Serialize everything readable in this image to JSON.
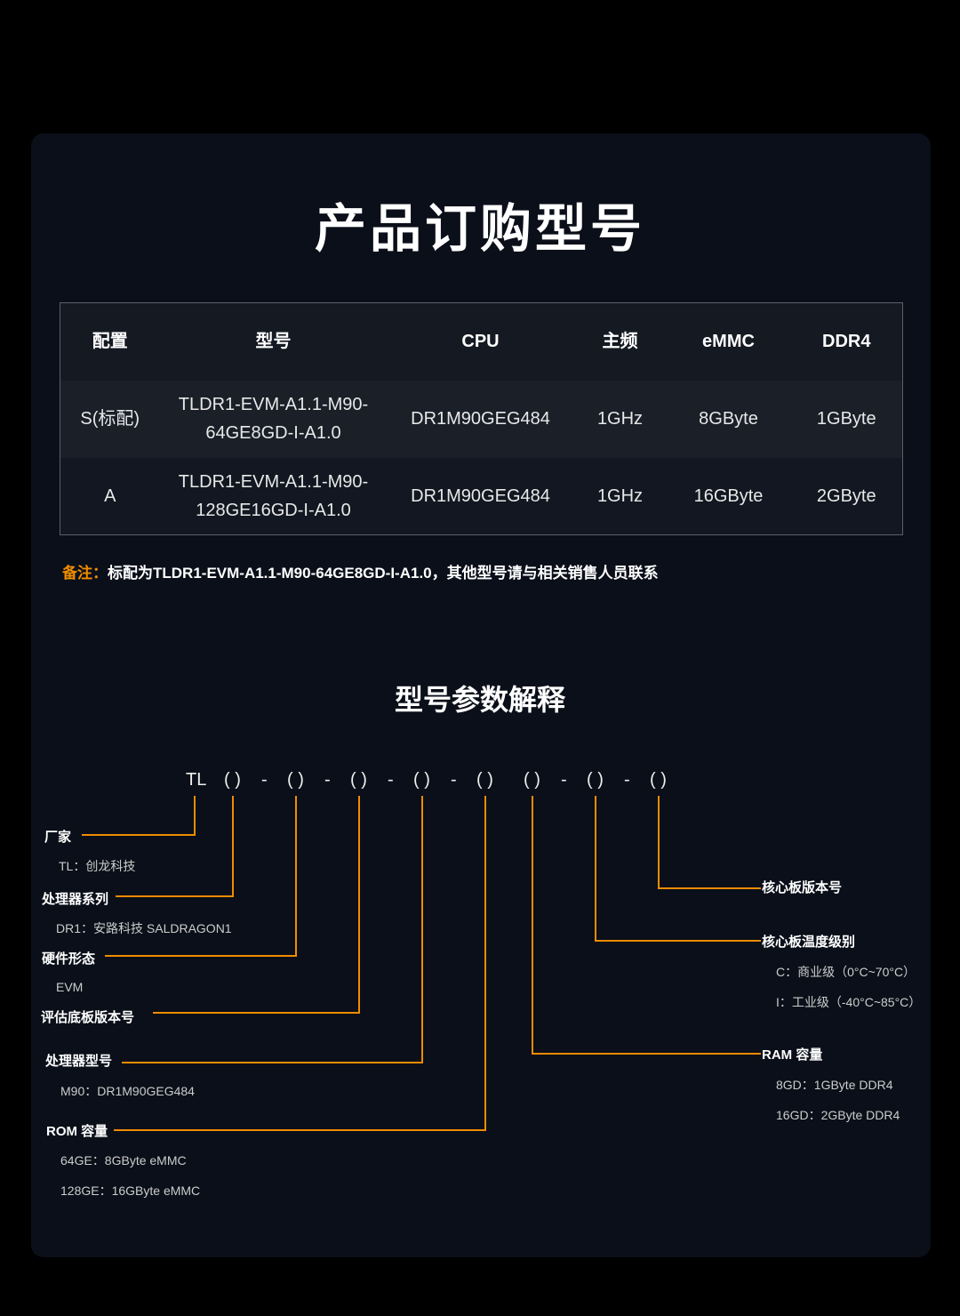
{
  "title": "产品订购型号",
  "table": {
    "headers": [
      "配置",
      "型号",
      "CPU",
      "主频",
      "eMMC",
      "DDR4"
    ],
    "rows": [
      {
        "config": "S(标配)",
        "model_l1": "TLDR1-EVM-A1.1-M90-",
        "model_l2": "64GE8GD-I-A1.0",
        "cpu": "DR1M90GEG484",
        "freq": "1GHz",
        "emmc": "8GByte",
        "ddr4": "1GByte"
      },
      {
        "config": "A",
        "model_l1": "TLDR1-EVM-A1.1-M90-",
        "model_l2": "128GE16GD-I-A1.0",
        "cpu": "DR1M90GEG484",
        "freq": "1GHz",
        "emmc": "16GByte",
        "ddr4": "2GByte"
      }
    ]
  },
  "note": {
    "label": "备注：",
    "text": "标配为TLDR1-EVM-A1.1-M90-64GE8GD-I-A1.0，其他型号请与相关销售人员联系"
  },
  "subtitle": "型号参数解释",
  "code": {
    "prefix": "TL",
    "slot": "( )",
    "dash": "-"
  },
  "params": {
    "vendor": {
      "label": "厂家",
      "values": [
        "TL：创龙科技"
      ]
    },
    "cpu_series": {
      "label": "处理器系列",
      "values": [
        "DR1：安路科技 SALDRAGON1"
      ]
    },
    "form": {
      "label": "硬件形态",
      "values": [
        "EVM"
      ]
    },
    "eval_ver": {
      "label": "评估底板版本号",
      "values": []
    },
    "cpu_model": {
      "label": "处理器型号",
      "values": [
        "M90：DR1M90GEG484"
      ]
    },
    "rom": {
      "label": "ROM 容量",
      "values": [
        "64GE：8GByte eMMC",
        "128GE：16GByte eMMC"
      ]
    },
    "ram": {
      "label": "RAM 容量",
      "values": [
        "8GD：1GByte DDR4",
        "16GD：2GByte DDR4"
      ]
    },
    "temp": {
      "label": "核心板温度级别",
      "values": [
        "C：商业级（0°C~70°C）",
        "I：工业级（-40°C~85°C）"
      ]
    },
    "core_ver": {
      "label": "核心板版本号",
      "values": []
    }
  },
  "colors": {
    "accent": "#f08c00",
    "bg": "#0a0f19"
  }
}
